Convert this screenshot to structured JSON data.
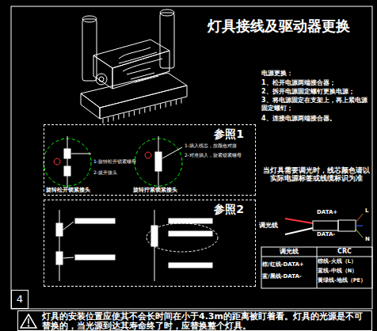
{
  "diagram": {
    "title": "灯具接线及驱动器更换",
    "nodes": [
      {
        "text": [
          "参照1"
        ]
      },
      {
        "text": [
          "参照2"
        ]
      },
      {
        "text": [
          "4"
        ]
      },
      {
        "text": [
          "灯具的安装位置应使其不会长时间在小于4.3m的距离被盯着看。灯具的光源是不可替换的，当光源到达其寿命终了时，应替换整个灯具。"
        ]
      }
    ],
    "labels": [
      "电源更换：",
      "1、松开电源两端接合器；",
      "2、拆开电源固定螺钉更换电源；",
      "3、将电源固定在支架上，再上紧电源固定螺钉；",
      "4、连接电源两端接合器。",
      "1-旋转松开锁紧螺母",
      "2-拔开接头",
      "旋转松开锁紧接头",
      "1-插入线芯，按颜色对接",
      "2-对准插入，旋紧锁紧螺母",
      "旋转拧紧锁紧接头",
      "当灯具需要调光时，线芯颜色请以实际电源标签或线缆标识为准",
      "调光线",
      "DATA+",
      "DATA-",
      "L",
      "N",
      "调光线",
      "CRC",
      "棕/红线-DATA+",
      "蓝/黑线-DATA-",
      "棕线-火线（L）",
      "蓝线-中线（N）",
      "黄绿线-地线（PE）"
    ]
  }
}
